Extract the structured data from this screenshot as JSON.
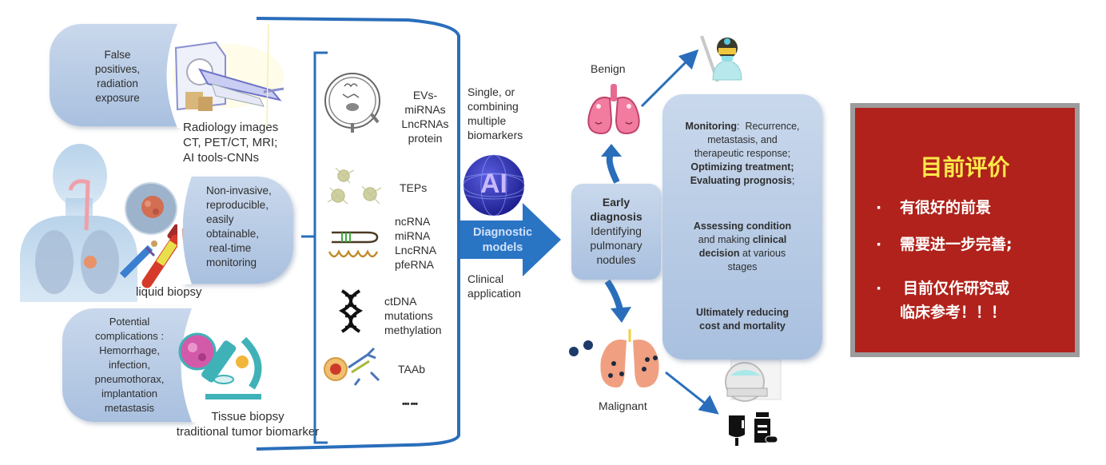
{
  "left_panel": {
    "radiology": {
      "drawback": "False positives, radiation exposure",
      "drawback_lines": [
        "False",
        "positives,",
        "radiation",
        "exposure"
      ],
      "caption_lines": [
        "Radiology images",
        "CT, PET/CT, MRI;",
        "AI tools-CNNs"
      ],
      "icon": "ct-scanner-icon"
    },
    "liquid": {
      "advantages_lines": [
        "Non-invasive,",
        "reproducible,",
        "easily",
        "obtainable,",
        " real-time",
        "monitoring"
      ],
      "caption": "liquid biopsy",
      "icons": [
        "human-body-icon",
        "tumor-cell-icon",
        "syringe-icon",
        "blood-tube-icon"
      ]
    },
    "tissue": {
      "drawback_lines": [
        "Potential",
        "complications :",
        "Hemorrhage,",
        "infection,",
        "pneumothorax,",
        "implantation",
        "metastasis"
      ],
      "caption_lines": [
        "Tissue biopsy",
        "traditional tumor biomarker"
      ],
      "icon": "microscope-icon"
    }
  },
  "biomarkers": [
    {
      "lines": [
        "EVs-",
        "miRNAs",
        "LncRNAs",
        "protein"
      ],
      "icon": "extracellular-vesicle-icon"
    },
    {
      "lines": [
        "TEPs"
      ],
      "icon": "platelet-icon"
    },
    {
      "lines": [
        "ncRNA",
        "miRNA",
        "LncRNA",
        "pfeRNA"
      ],
      "icon": "rna-icon"
    },
    {
      "lines": [
        "ctDNA",
        "mutations",
        "methylation"
      ],
      "icon": "dna-icon"
    },
    {
      "lines": [
        "TAAb"
      ],
      "icon": "antibody-icon"
    },
    {
      "lines": [
        "••• •••"
      ],
      "icon": ""
    }
  ],
  "model": {
    "top_lines": [
      "Single, or",
      "combining",
      "multiple",
      "biomarkers"
    ],
    "ai_label": "AI",
    "arrow_lines": [
      "Diagnostic",
      "models"
    ],
    "bottom_lines": [
      "Clinical",
      "application"
    ]
  },
  "outcomes": {
    "early_box_bold": [
      "Early",
      "diagnosis"
    ],
    "early_box_lines": [
      "Identifying",
      "pulmonary",
      "nodules"
    ],
    "benign": "Benign",
    "malignant": "Malignant"
  },
  "clinical_box": {
    "monitoring_bold": "Monitoring",
    "monitoring_rest": ":  Recurrence,",
    "monitoring_lines": [
      "metastasis, and",
      "therapeutic response;"
    ],
    "optimizing": "Optimizing treatment;",
    "evaluating": "Evaluating prognosis",
    "evaluating_tail": ";",
    "assess_bold": "Assessing condition",
    "assess_mid": "and making ",
    "assess_bold2": "clinical",
    "assess_bold3": "decision",
    "assess_tail": " at various",
    "assess_last": "stages",
    "final_lines": [
      "Ultimately reducing",
      "cost and mortality"
    ]
  },
  "evaluation": {
    "title": "目前评价",
    "bullets": [
      "有很好的前景",
      "需要进一步完善;",
      "目前仅作研究或"
    ],
    "bullet_continuation": "临床参考！！！",
    "colors": {
      "background": "#b0221b",
      "title": "#ffe84a",
      "text": "#ffffff",
      "border": "#9c9c9c"
    }
  },
  "colors": {
    "accent_blue": "#2a6ebb",
    "box_blue": "#b4c8e4"
  }
}
